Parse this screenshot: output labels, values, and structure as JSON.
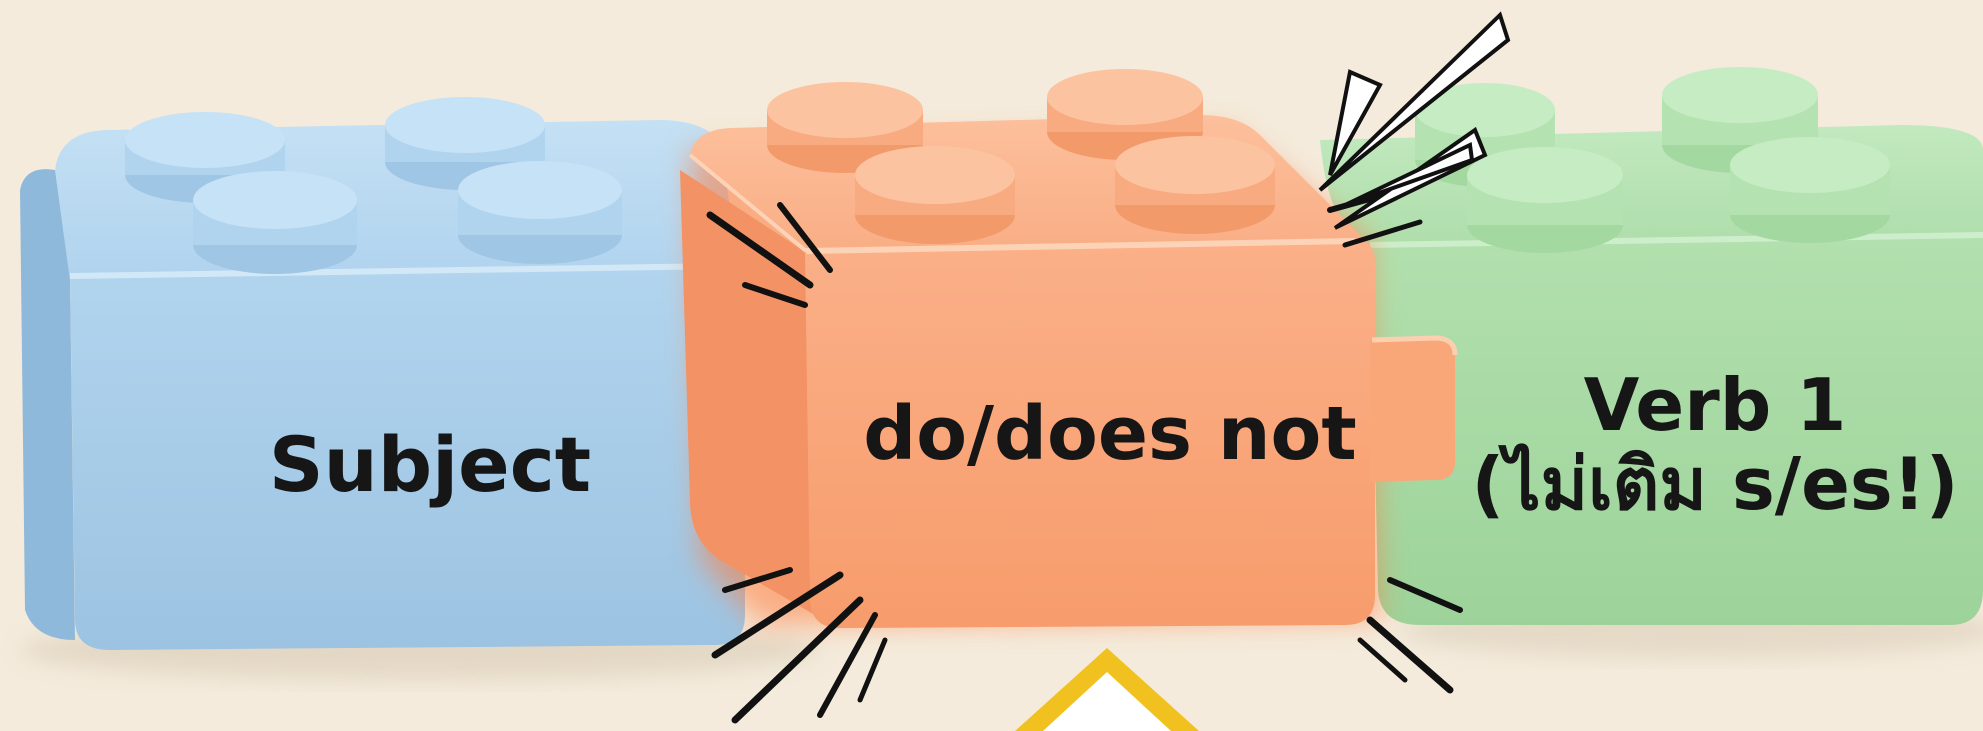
{
  "blocks": [
    {
      "id": "subject",
      "label": "Subject",
      "color": "#a9cde9"
    },
    {
      "id": "helper",
      "label": "do/does not",
      "color": "#f8a77c",
      "highlighted": true
    },
    {
      "id": "verb",
      "label_line1": "Verb 1",
      "label_line2": "(ไม่เติม s/es!)",
      "color": "#a9dba6"
    }
  ],
  "colors": {
    "background": "#f4ebdc",
    "glow": "#ff7a3a",
    "warning_outline": "#e7b21c",
    "action_lines": "#111111"
  },
  "icons": {
    "emphasis": "action-lines-icon",
    "warning": "warning-triangle-icon"
  }
}
